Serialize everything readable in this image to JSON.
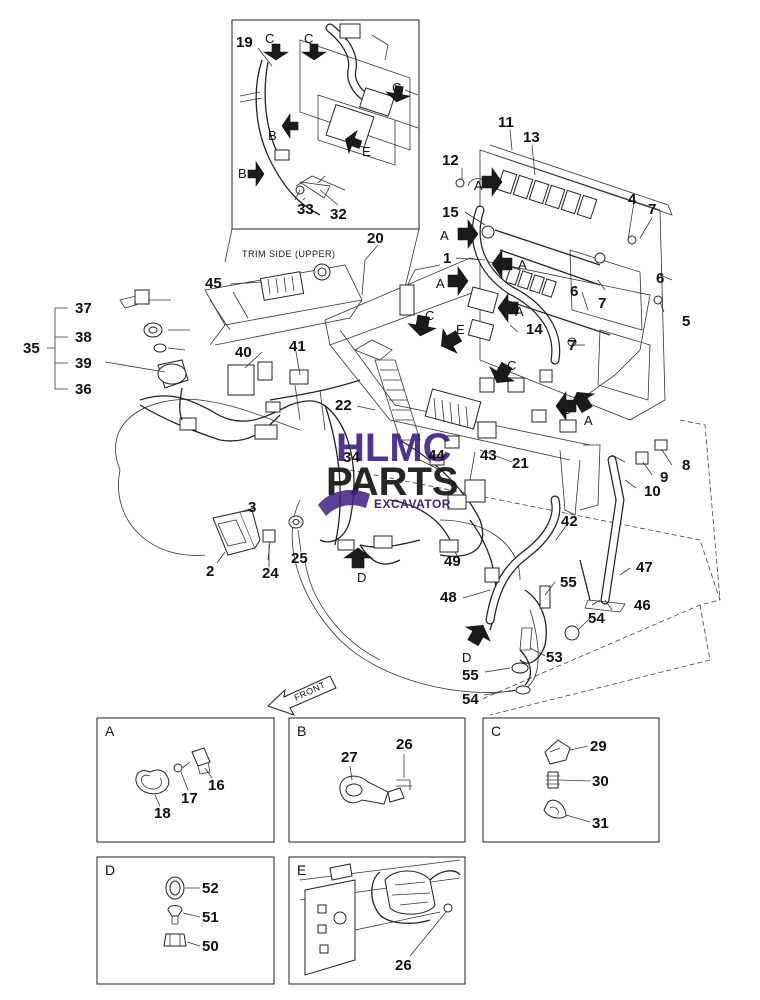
{
  "inset_caption": "TRIM SIDE (UPPER)",
  "front_label": "FRONT",
  "watermark": {
    "line1": "HLMC",
    "line2": "PARTS",
    "line3": "EXCAVATOR"
  },
  "callouts": {
    "c1": "1",
    "c2": "2",
    "c3": "3",
    "c4": "4",
    "c5": "5",
    "c6a": "6",
    "c6b": "6",
    "c7a": "7",
    "c7b": "7",
    "c7c": "7",
    "c8": "8",
    "c9": "9",
    "c10": "10",
    "c11": "11",
    "c12": "12",
    "c13": "13",
    "c14": "14",
    "c15": "15",
    "c16": "16",
    "c17": "17",
    "c18": "18",
    "c19": "19",
    "c20": "20",
    "c21": "21",
    "c22": "22",
    "c24": "24",
    "c25": "25",
    "c26a": "26",
    "c26b": "26",
    "c27": "27",
    "c29": "29",
    "c30": "30",
    "c31": "31",
    "c32": "32",
    "c33": "33",
    "c34": "34",
    "c35": "35",
    "c36": "36",
    "c37": "37",
    "c38": "38",
    "c39": "39",
    "c40": "40",
    "c41": "41",
    "c42": "42",
    "c43": "43",
    "c44": "44",
    "c45": "45",
    "c46": "46",
    "c47": "47",
    "c48": "48",
    "c49": "49",
    "c50": "50",
    "c51": "51",
    "c52": "52",
    "c53": "53",
    "c54a": "54",
    "c54b": "54",
    "c55a": "55",
    "c55b": "55"
  },
  "view_arrows": {
    "inset": [
      "C",
      "C",
      "C",
      "B",
      "B",
      "E"
    ],
    "a_labels": [
      "A",
      "A",
      "A",
      "A",
      "A",
      "A"
    ],
    "c_labels": [
      "C",
      "C",
      "C"
    ],
    "e_label": "E",
    "d_labels": [
      "D",
      "D"
    ]
  },
  "detail_panels": [
    {
      "letter": "A"
    },
    {
      "letter": "B"
    },
    {
      "letter": "C"
    },
    {
      "letter": "D"
    },
    {
      "letter": "E"
    }
  ]
}
